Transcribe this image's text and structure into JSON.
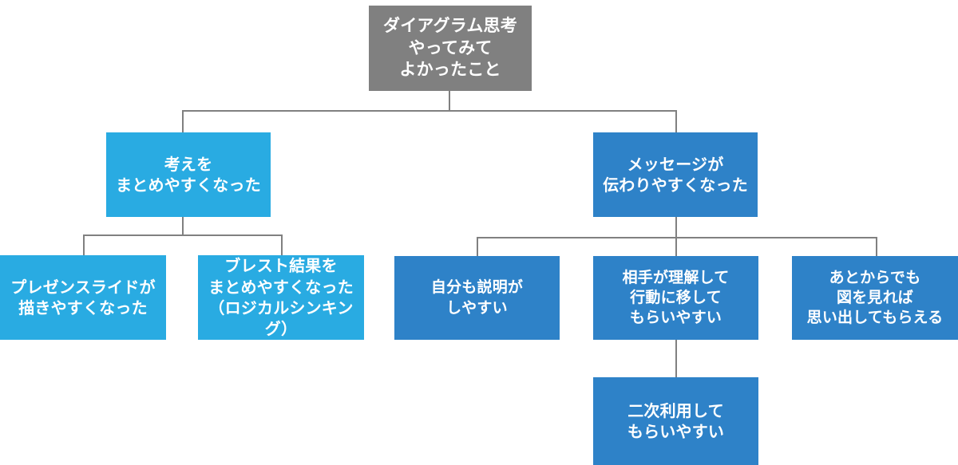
{
  "diagram": {
    "title": "ダイアグラム思考 やってみて よかったこと",
    "type": "tree",
    "colors": {
      "root": "#808080",
      "light_blue": "#29abe2",
      "dark_blue": "#2e82c8",
      "connector": "#808080",
      "text": "#ffffff",
      "background": "#ffffff"
    },
    "nodes": {
      "root": {
        "text": "ダイアグラム思考\nやってみて\nよかったこと",
        "color": "#808080"
      },
      "branch_left": {
        "text": "考えを\nまとめやすくなった",
        "color": "#29abe2"
      },
      "branch_right": {
        "text": "メッセージが\n伝わりやすくなった",
        "color": "#2e82c8"
      },
      "left_child_1": {
        "text": "プレゼンスライドが\n描きやすくなった",
        "color": "#29abe2"
      },
      "left_child_2": {
        "text": "ブレスト結果を\nまとめやすくなった\n（ロジカルシンキング）",
        "color": "#29abe2"
      },
      "right_child_1": {
        "text": "自分も説明が\nしやすい",
        "color": "#2e82c8"
      },
      "right_child_2": {
        "text": "相手が理解して\n行動に移して\nもらいやすい",
        "color": "#2e82c8"
      },
      "right_child_3": {
        "text": "あとからでも\n図を見れば\n思い出してもらえる",
        "color": "#2e82c8"
      },
      "right_grandchild_1": {
        "text": "二次利用して\nもらいやすい",
        "color": "#2e82c8"
      }
    }
  }
}
